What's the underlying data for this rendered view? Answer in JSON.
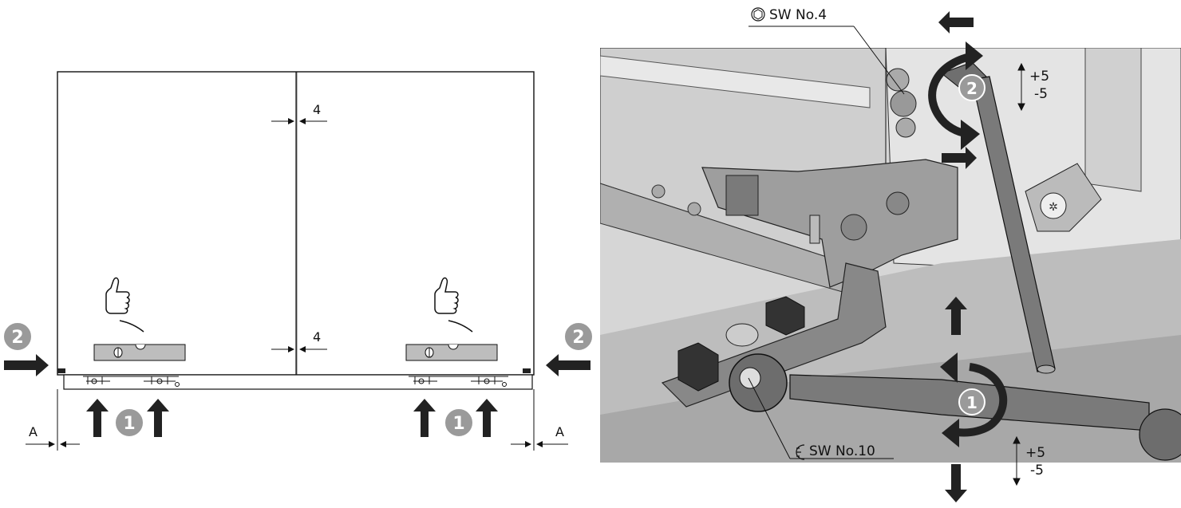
{
  "left_panel": {
    "gap_top": "4",
    "gap_bottom": "4",
    "dim_left": "A",
    "dim_right": "A",
    "badge_step1": "1",
    "badge_step2": "2"
  },
  "right_panel": {
    "hex_key_label": "SW No.4",
    "wrench_label": "SW No.10",
    "adj_upper_plus": "+5",
    "adj_upper_minus": "-5",
    "adj_lower_plus": "+5",
    "adj_lower_minus": "-5",
    "badge_step1": "1",
    "badge_step2": "2"
  },
  "colors": {
    "line": "#111111",
    "badge": "#9a9a9a",
    "arrow": "#222222",
    "panel_gray": "#c9c9c9",
    "panel_dark": "#8c8c8c"
  },
  "icons": [
    "thumbs-up-icon",
    "spirit-level-icon",
    "hex-key-icon",
    "open-wrench-icon"
  ]
}
